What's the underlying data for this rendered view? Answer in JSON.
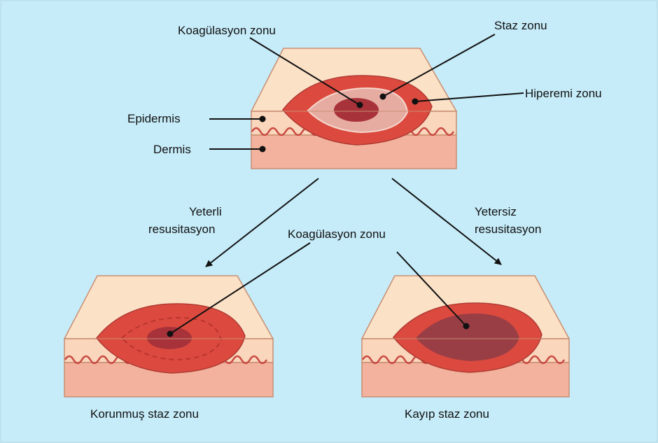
{
  "labels": {
    "top_coag": "Koagülasyon zonu",
    "top_stasis": "Staz zonu",
    "top_hyperemia": "Hiperemi zonu",
    "epidermis": "Epidermis",
    "dermis": "Dermis",
    "adequate_line1": "Yeterli",
    "adequate_line2": "resusitasyon",
    "inadequate_line1": "Yetersiz",
    "inadequate_line2": "resusitasyon",
    "mid_coag": "Koagülasyon zonu",
    "bottom_left_caption": "Korunmuş staz zonu",
    "bottom_right_caption": "Kayıp staz zonu"
  },
  "colors": {
    "background": "#c6ecf9",
    "skin_top": "#fbe1c6",
    "epidermis": "#f9d6bc",
    "dermis": "#f2b29d",
    "hyperemia": "#dc4a3f",
    "stasis": "#e6aca1",
    "coagulation": "#a8323a",
    "lost_stasis": "#9a3e45"
  }
}
